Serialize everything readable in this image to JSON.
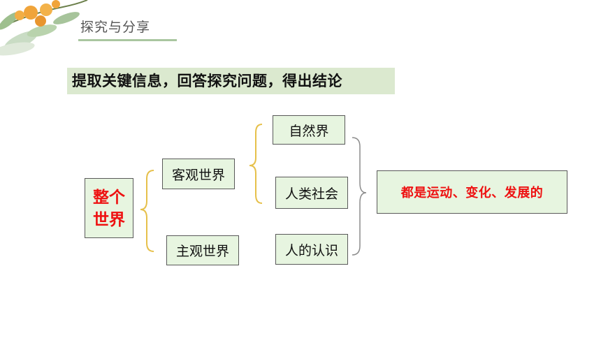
{
  "header": {
    "section_title": "探究与分享"
  },
  "instruction": "提取关键信息，回答探究问题，得出结论",
  "diagram": {
    "whole_world": {
      "line1": "整个",
      "line2": "世界"
    },
    "objective_world": "客观世界",
    "subjective_world": "主观世界",
    "nature": "自然界",
    "human_society": "人类社会",
    "human_cognition": "人的认识",
    "conclusion": "都是运动、变化、发展的"
  },
  "colors": {
    "node_fill": "#e7f5e0",
    "instruction_fill": "#dbe9cf",
    "bracket_yellow": "#e6c04a",
    "bracket_gray": "#8c8c8c",
    "emphasis_red": "#ee1111"
  }
}
